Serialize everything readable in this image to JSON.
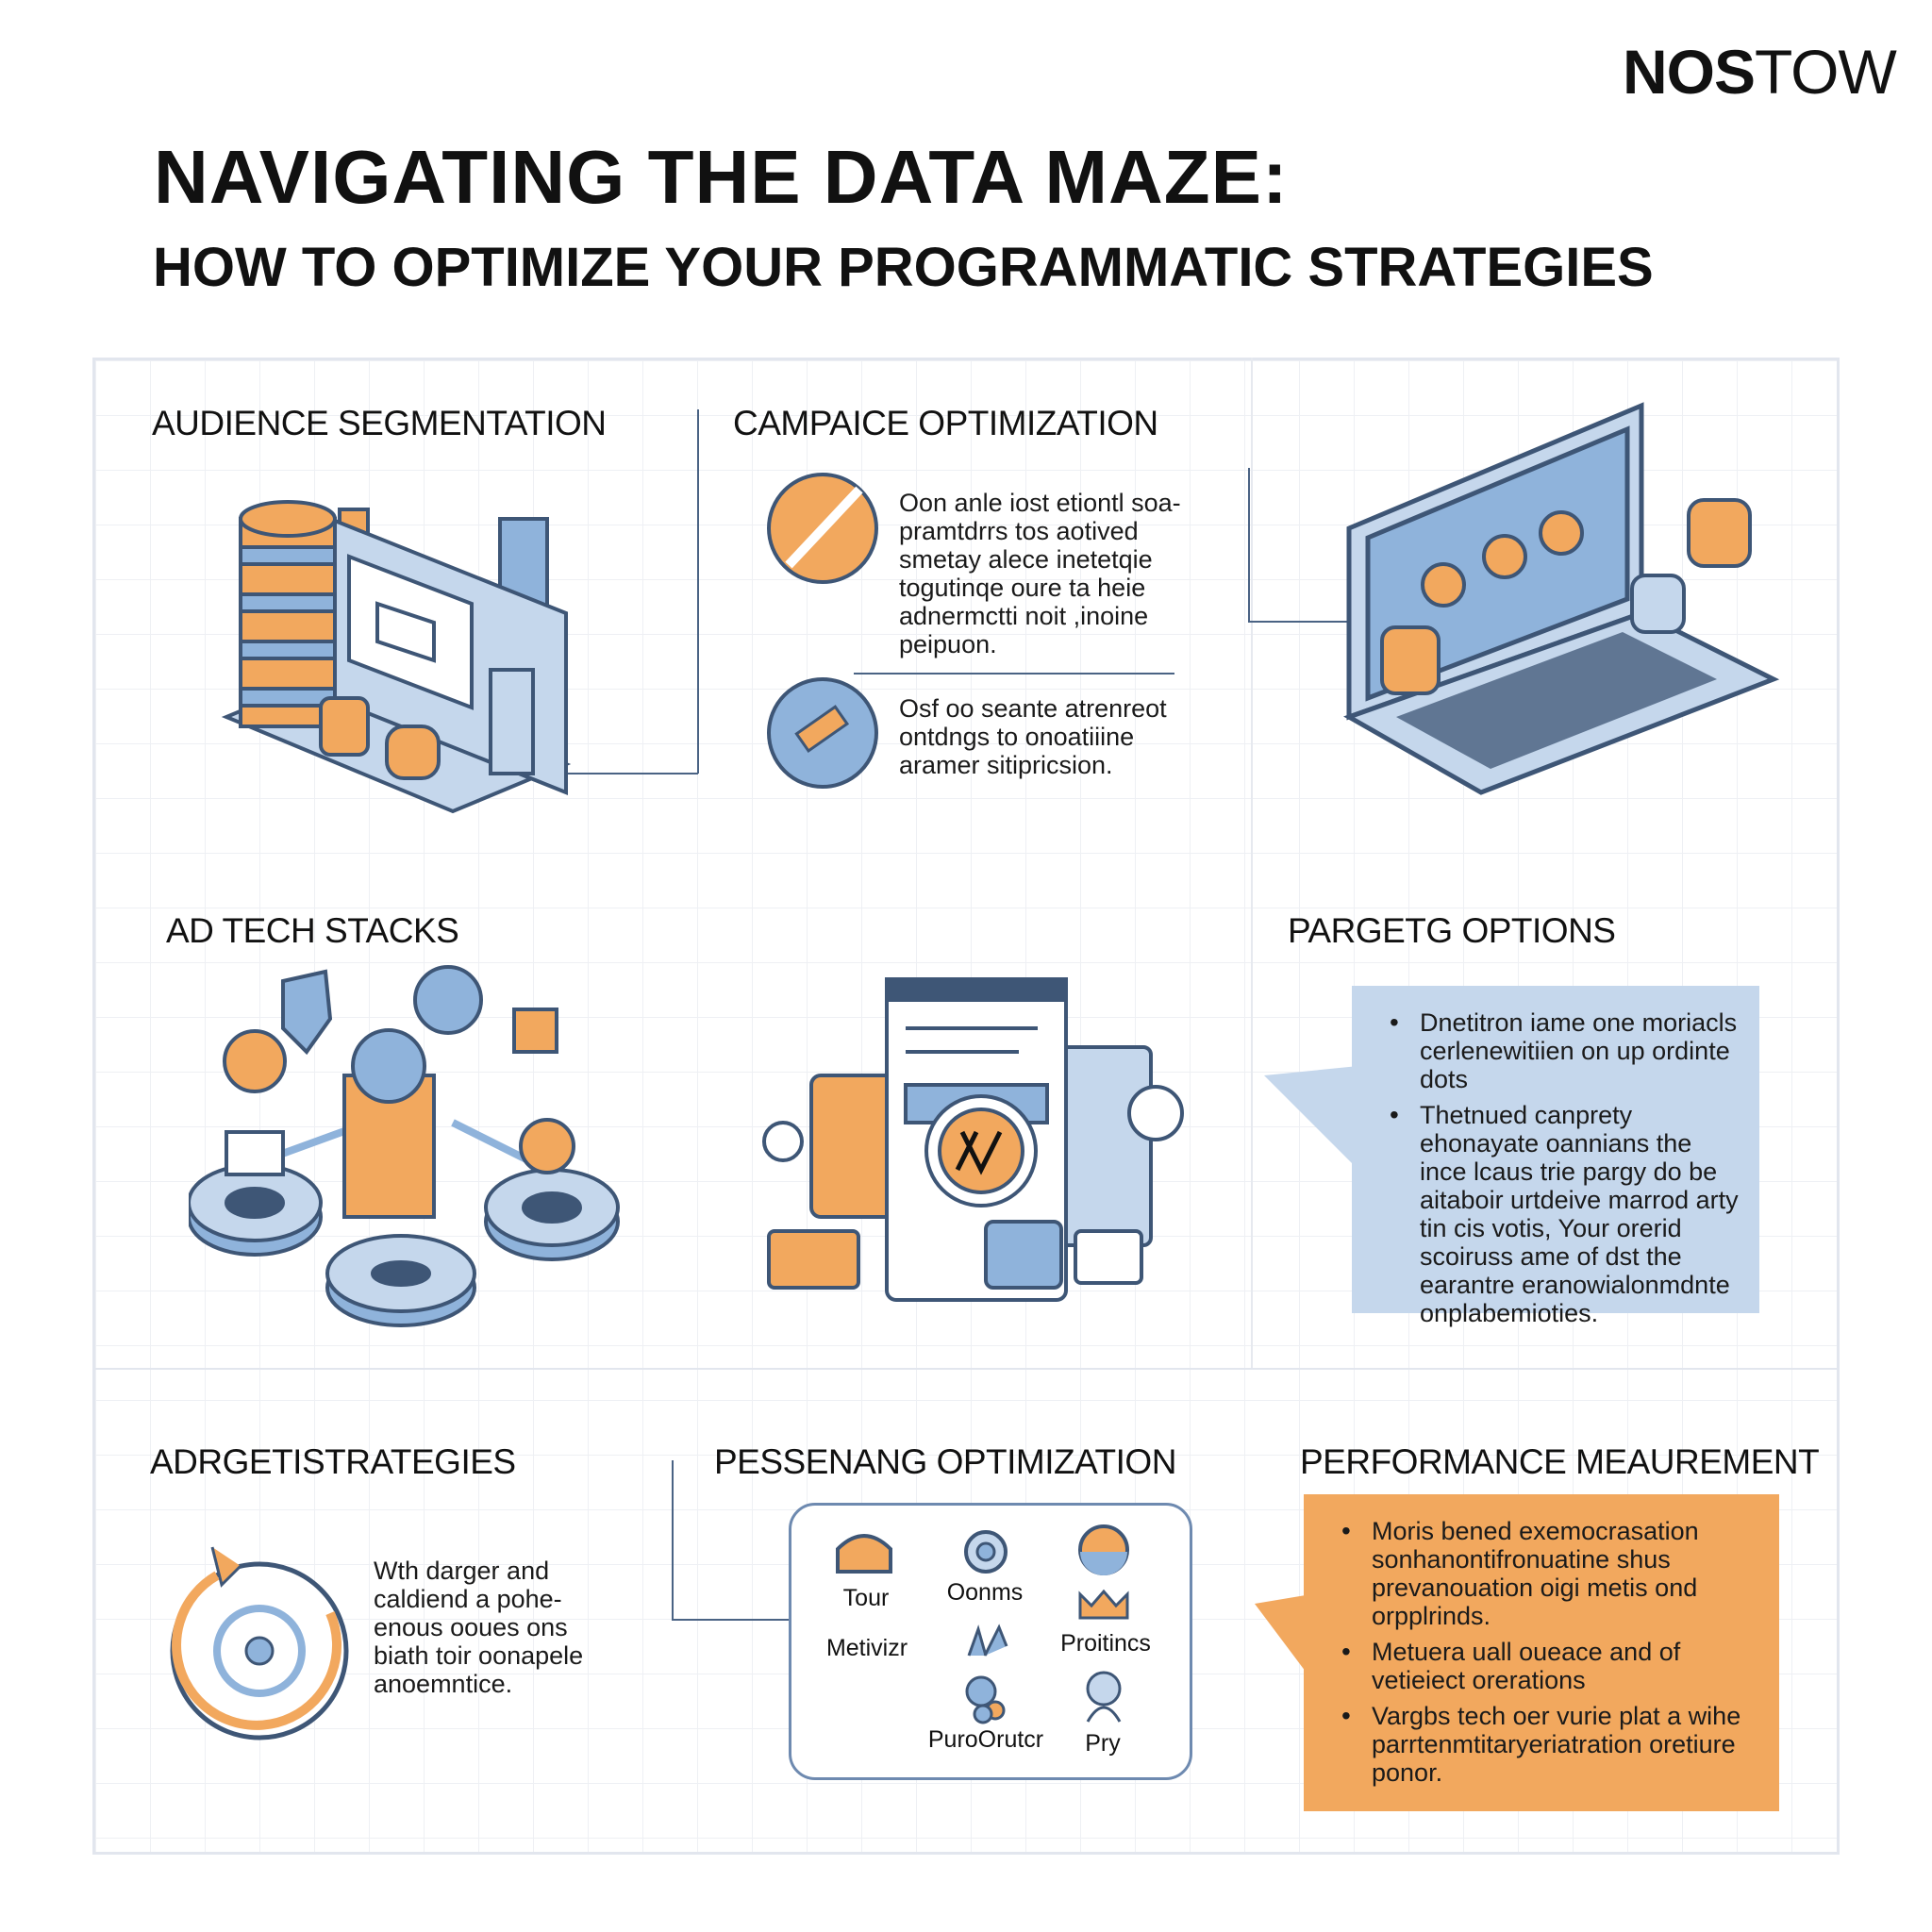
{
  "logo": {
    "bold": "NOS",
    "light": "TOW"
  },
  "header": {
    "title": "NAVIGATING THE DATA MAZE:",
    "subtitle": "HOW TO OPTIMIZE YOUR PROGRAMMATIC STRATEGIES"
  },
  "sections": {
    "audience": {
      "title": "AUDIENCE SEGMENTATION"
    },
    "campaign": {
      "title": "CAMPAICE OPTIMIZATION",
      "text1": "Oon anle iost etiontl soa-\npramtdrrs tos aotived\nsmetay alece inetetqie\ntogutinqe oure ta heie\nadnermctti noit ,inoine\npeipuon.",
      "text2": "Osf oo seante atrenreot\nontdngs to onoatiiine\naramer sitipricsion."
    },
    "adtech": {
      "title": "AD TECH STACKS"
    },
    "targeting": {
      "title": "PARGETG OPTIONS",
      "bullets": [
        "Dnetitron iame one moriacls cerlenewitiien on up ordinte dots",
        "Thetnued canprety ehonayate oannians the ince lcaus trie pargy do be aitaboir urtdeive marrod arty tin cis votis, Your orerid scoiruss ame of dst the earantre eranowialonmdnte onplabemioties."
      ]
    },
    "strategies": {
      "title": "ADRGETISTRATEGIES",
      "text": "Wth darger and\ncaldiend a pohe-\nenous ooues ons\nbiath toir oonapele\nanoemntice."
    },
    "personal": {
      "title": "PESSENANG OPTIMIZATION",
      "items": [
        "Tour",
        "Oonms",
        "Metivizr",
        "Proitincs",
        "PuroOrutcr",
        "Pry"
      ]
    },
    "performance": {
      "title": "PERFORMANCE MEAUREMENT",
      "bullets": [
        "Moris bened exemocrasation sonhanontifronuatine shus prevanouation oigi metis ond orpplrinds.",
        "Metuera uall oueace and of vetieiect orerations",
        "Vargbs tech oer vurie plat a wihe parrtenmtitaryeriatration oretiure ponor."
      ]
    }
  },
  "colors": {
    "orange": "#F2A85E",
    "blue": "#8FB3DB",
    "lightblue": "#C5D7EC",
    "navy": "#3E5676"
  }
}
